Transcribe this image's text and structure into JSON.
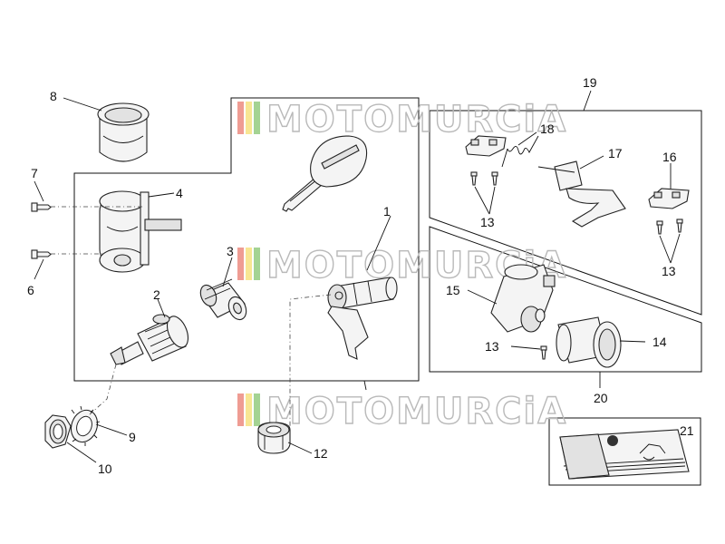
{
  "watermark": {
    "text": "MOTOMURCiA",
    "colors": {
      "red": "#e24a3a",
      "yellow": "#f2d23a",
      "green": "#5aae3a"
    }
  },
  "labels": {
    "l1": "1",
    "l2": "2",
    "l3": "3",
    "l4": "4",
    "l6": "6",
    "l7": "7",
    "l8": "8",
    "l9": "9",
    "l10": "10",
    "l12": "12",
    "l13a": "13",
    "l13b": "13",
    "l13c": "13",
    "l14": "14",
    "l15": "15",
    "l16": "16",
    "l17": "17",
    "l18": "18",
    "l19": "19",
    "l20": "20",
    "l21": "21"
  }
}
